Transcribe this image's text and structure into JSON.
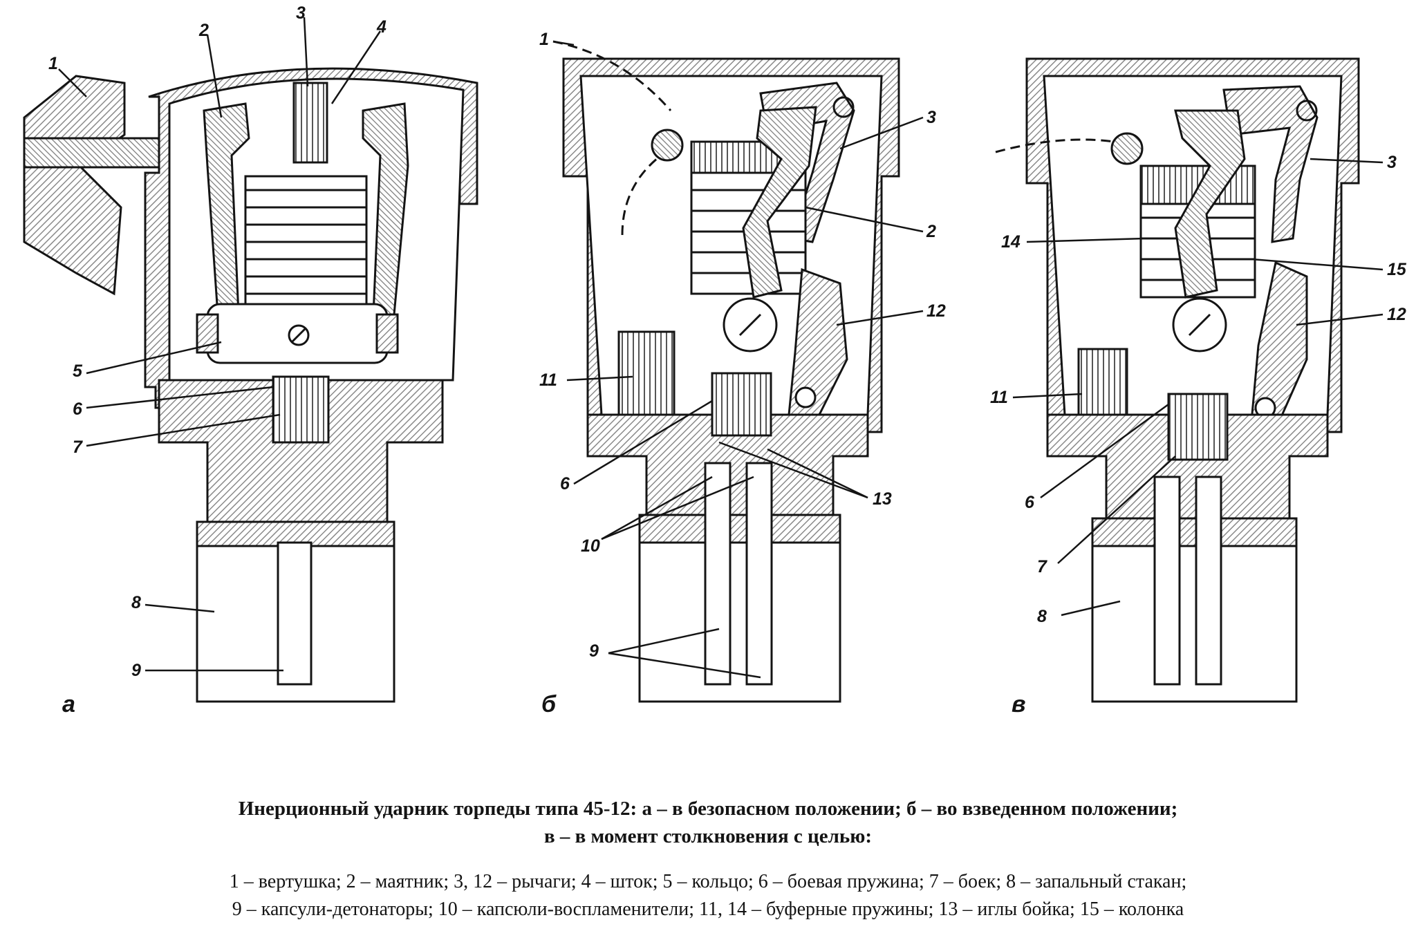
{
  "figure": {
    "panels": [
      {
        "letter": "а",
        "callouts": [
          "1",
          "2",
          "3",
          "4",
          "5",
          "6",
          "7",
          "8",
          "9"
        ]
      },
      {
        "letter": "б",
        "callouts": [
          "1",
          "3",
          "2",
          "12",
          "11",
          "6",
          "13",
          "10",
          "9"
        ]
      },
      {
        "letter": "в",
        "callouts": [
          "3",
          "14",
          "15",
          "12",
          "11",
          "6",
          "7",
          "8"
        ]
      }
    ],
    "ink_color": "#141414",
    "hatch_color": "#8a8a8a"
  },
  "caption": {
    "title_line1": "Инерционный ударник торпеды типа 45-12: а – в безопасном положении; б – во взведенном положении;",
    "title_line2": "в – в момент столкновения с целью:",
    "legend_line1": "1 – вертушка; 2 – маятник; 3, 12 – рычаги; 4 – шток; 5 – кольцо; 6 – боевая пружина; 7 – боек; 8 – запальный стакан;",
    "legend_line2": "9 – капсули-детонаторы; 10 – капсюли-воспламенители; 11, 14 – буферные пружины; 13 – иглы бойка; 15 – колонка"
  }
}
